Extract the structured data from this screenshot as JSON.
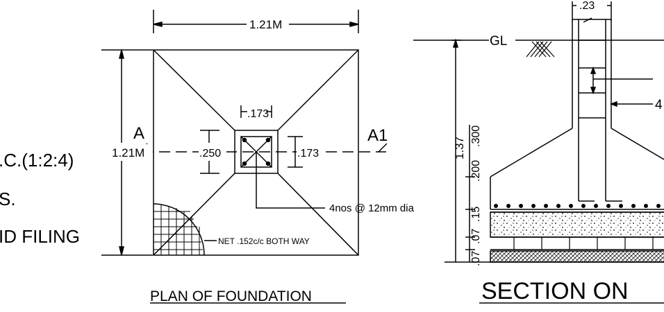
{
  "left_notes": {
    "line1": ".C.(1:2:4)",
    "line2": "S.",
    "line3": "ID  FILING"
  },
  "plan": {
    "width_dim": "1.21M",
    "height_dim": "1.21M",
    "section_start": "A",
    "section_end": "A1",
    "column_top_dim": ".173",
    "column_left_dim": ".250",
    "column_right_dim": ".173",
    "rebar_note": "4nos  @  12mm  dia",
    "mesh_note": "NET .152c/c BOTH WAY",
    "title": "PLAN OF FOUNDATION"
  },
  "section": {
    "top_dim": ".23",
    "ground_label": "GL",
    "depth_dim": "1.37",
    "layer_dims": ".300",
    "layer_dims_2": ".200",
    "layer_dims_3": ".15",
    "layer_dims_4": ".07",
    "layer_dims_5": ".07",
    "right_label": "4",
    "title": "SECTION  ON"
  }
}
